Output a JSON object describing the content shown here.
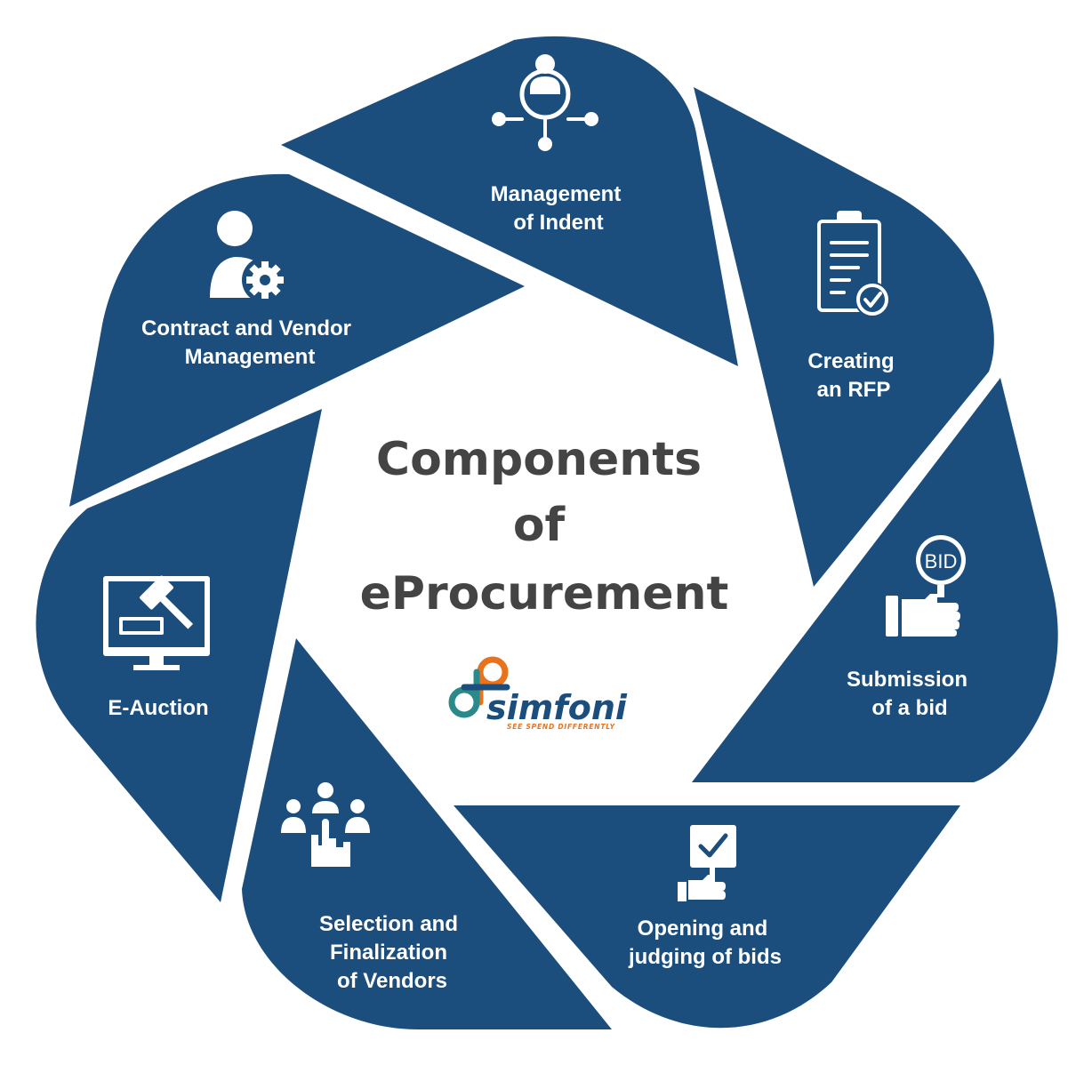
{
  "title": {
    "line1": "Components",
    "line2": "of",
    "line3": "eProcurement"
  },
  "logo": {
    "name": "simfoni",
    "tagline": "SEE SPEND DIFFERENTLY"
  },
  "segments": [
    {
      "id": "management-of-indent",
      "icon": "user-network-icon",
      "lines": [
        "Management",
        "of Indent"
      ]
    },
    {
      "id": "creating-an-rfp",
      "icon": "clipboard-check-icon",
      "lines": [
        "Creating",
        "an RFP"
      ]
    },
    {
      "id": "submission-of-a-bid",
      "icon": "bid-paddle-icon",
      "icon_text": "BID",
      "lines": [
        "Submission",
        "of a bid"
      ]
    },
    {
      "id": "opening-and-judging-of-bids",
      "icon": "checkmark-sign-icon",
      "lines": [
        "Opening and",
        "judging of bids"
      ]
    },
    {
      "id": "selection-and-finalization-of-vendors",
      "icon": "people-select-icon",
      "lines": [
        "Selection and",
        "Finalization",
        "of Vendors"
      ]
    },
    {
      "id": "e-auction",
      "icon": "gavel-monitor-icon",
      "lines": [
        "E-Auction"
      ]
    },
    {
      "id": "contract-and-vendor-management",
      "icon": "user-gear-icon",
      "lines": [
        "Contract and Vendor",
        "Management"
      ]
    }
  ],
  "colors": {
    "segment": "#1b4e7c",
    "title": "#444444",
    "logo_orange": "#e8731c",
    "logo_teal": "#2a8a8a"
  }
}
